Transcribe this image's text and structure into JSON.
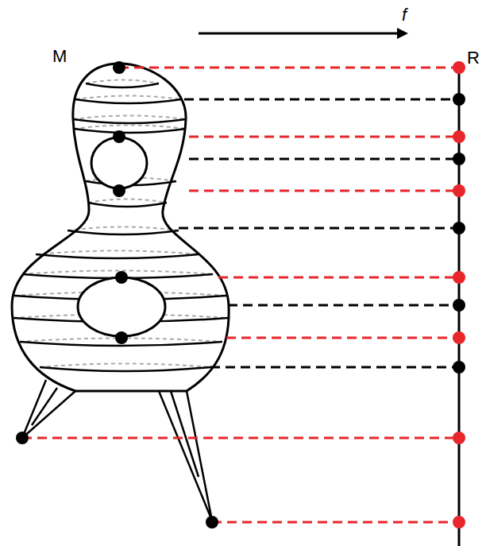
{
  "diagram": {
    "labels": [
      "M",
      "f",
      "R"
    ]
  }
}
